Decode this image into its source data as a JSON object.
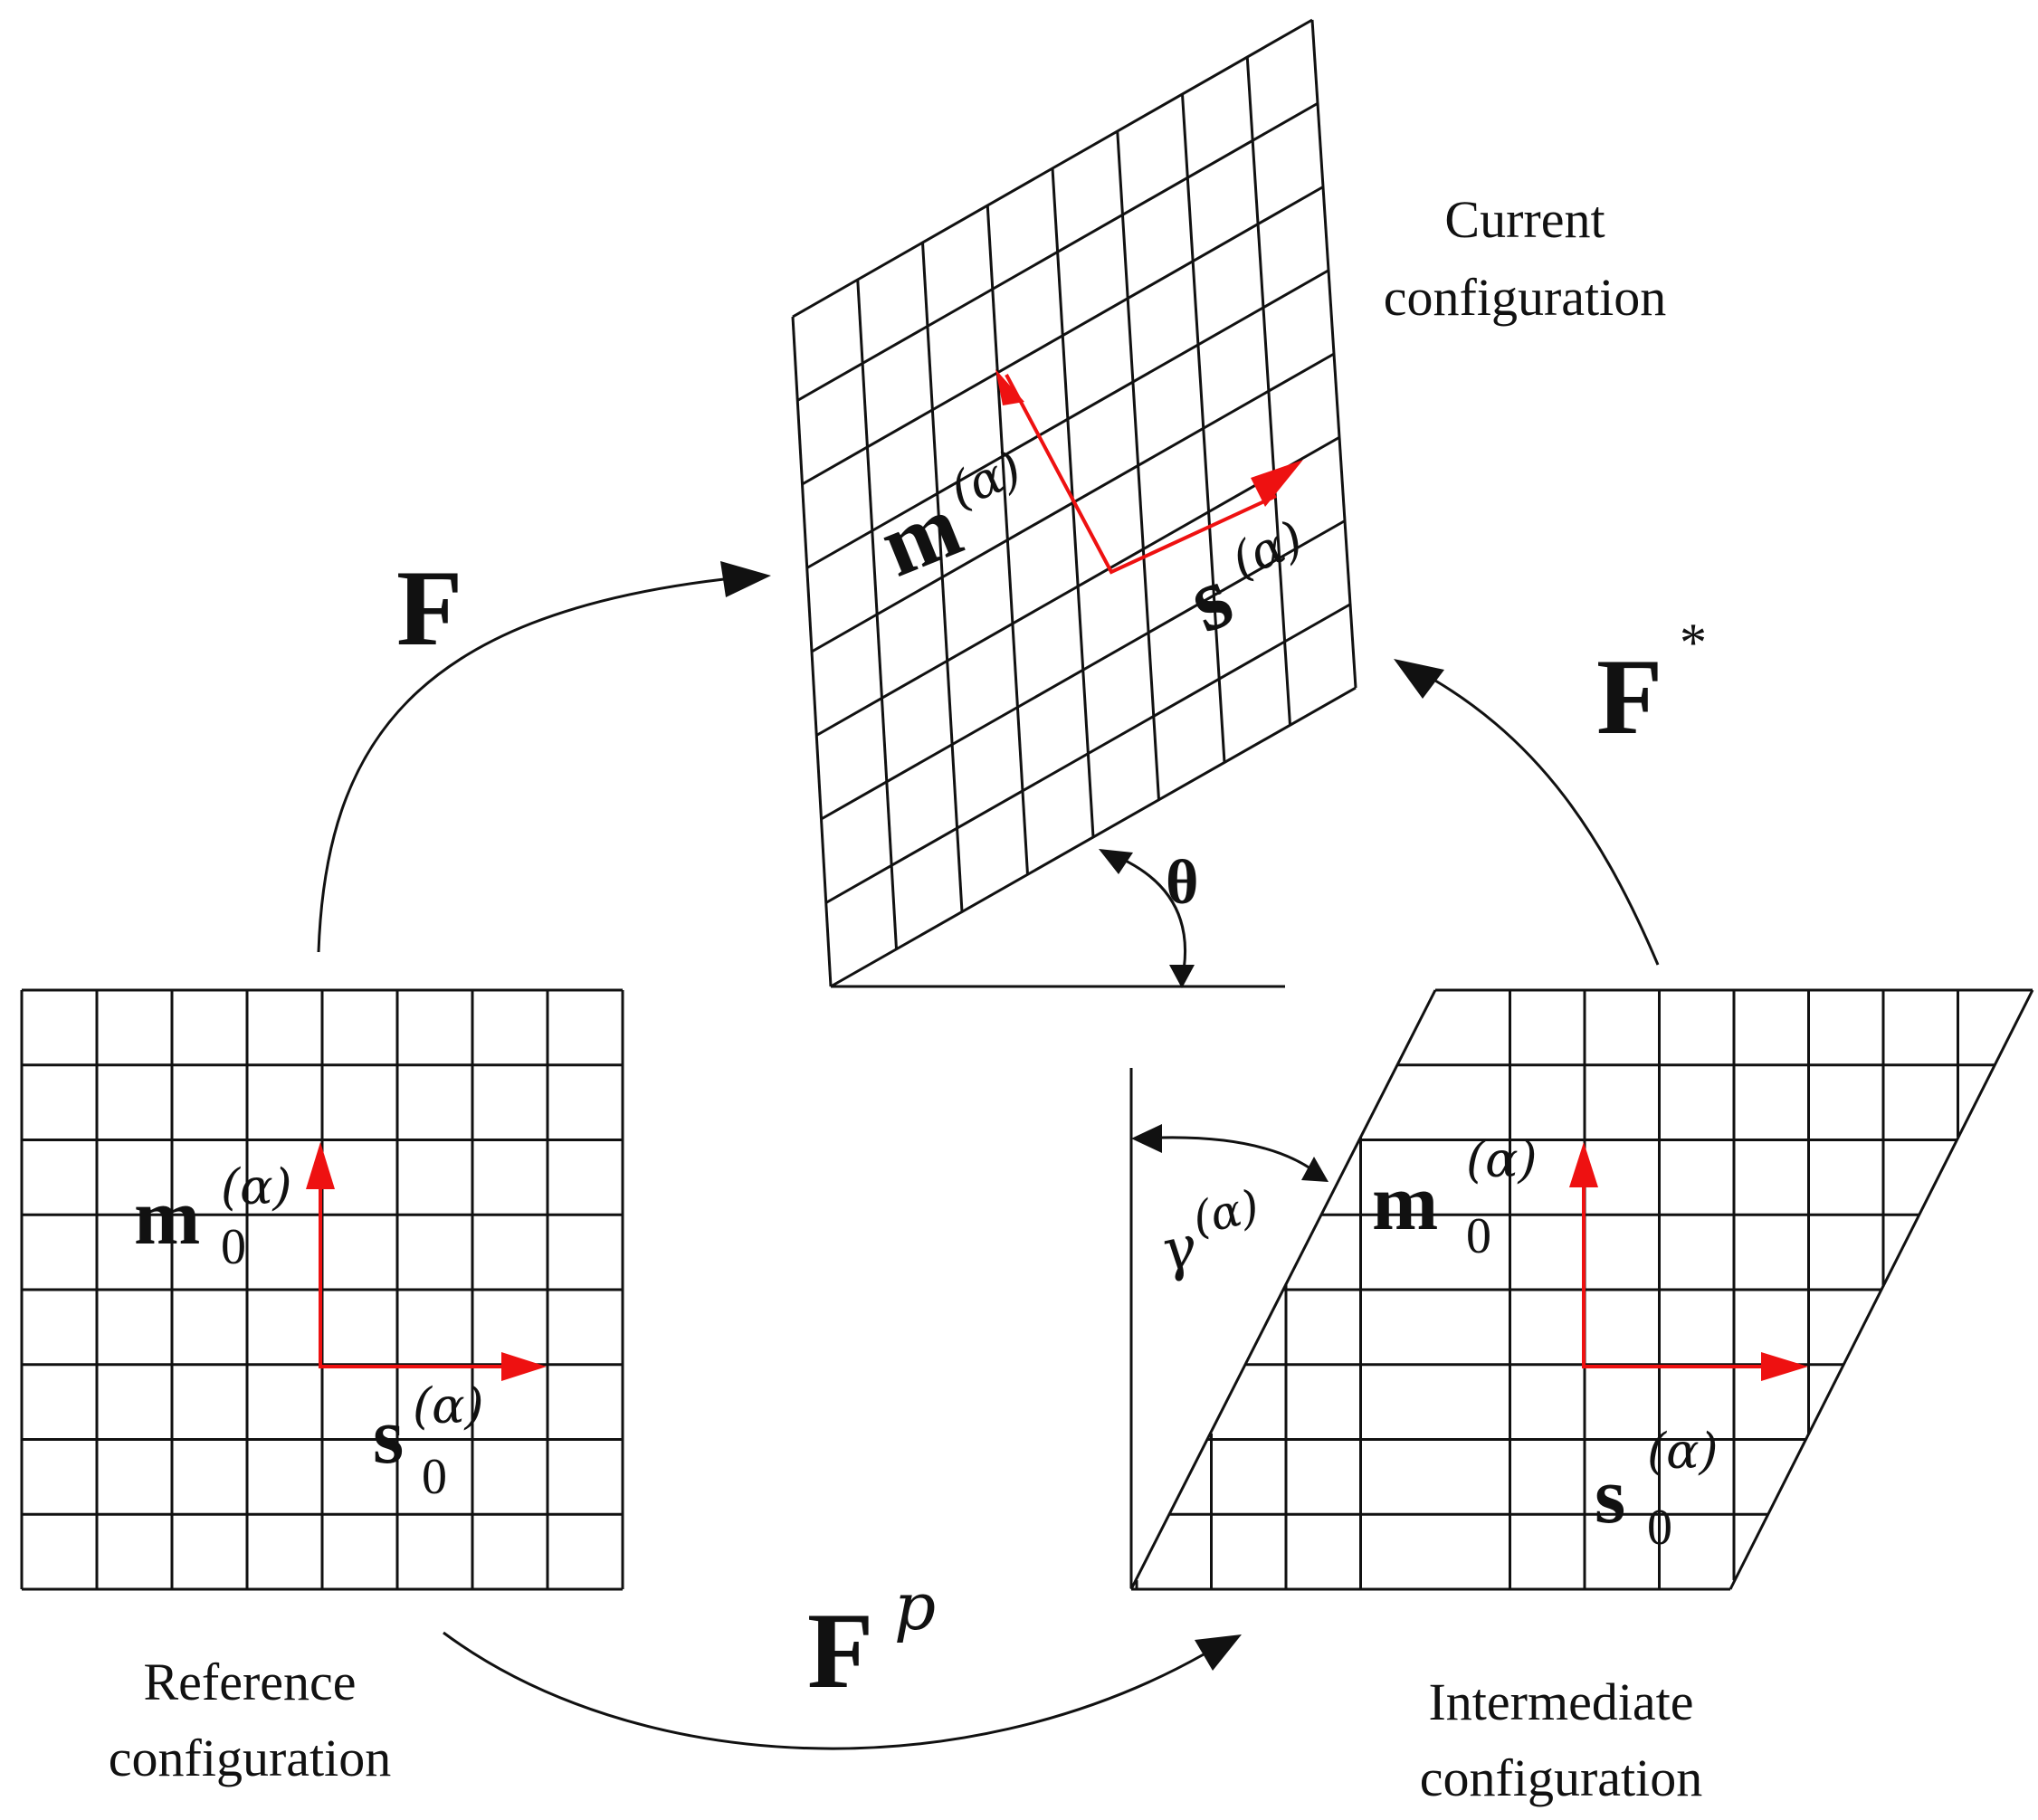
{
  "colors": {
    "grid": "#111111",
    "slip_vectors": "#ee1111"
  },
  "current": {
    "caption_line1": "Current",
    "caption_line2": "configuration",
    "m": {
      "base": "m",
      "sup": "(α)"
    },
    "s": {
      "base": "s",
      "sup": "(α)"
    },
    "angle": "θ"
  },
  "reference": {
    "caption_line1": "Reference",
    "caption_line2": "configuration",
    "m": {
      "base": "m",
      "sub": "0",
      "sup": "(α)"
    },
    "s": {
      "base": "s",
      "sub": "0",
      "sup": "(α)"
    }
  },
  "intermediate": {
    "caption_line1": "Intermediate",
    "caption_line2": "configuration",
    "m": {
      "base": "m",
      "sub": "0",
      "sup": "(α)"
    },
    "s": {
      "base": "s",
      "sub": "0",
      "sup": "(α)"
    },
    "shear": {
      "base": "γ",
      "sup": "(α)"
    }
  },
  "maps": {
    "F": {
      "base": "F"
    },
    "Fp": {
      "base": "F",
      "sup": "p"
    },
    "Fstar": {
      "base": "F",
      "sup": "*"
    }
  }
}
